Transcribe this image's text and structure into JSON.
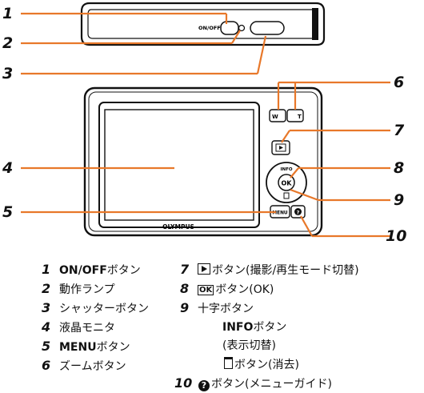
{
  "camera": {
    "onoff_label": "ON/OFF",
    "brand": "OLYMPUS",
    "btn_zoom_w": "W",
    "btn_zoom_t": "T",
    "btn_info": "INFO",
    "btn_ok": "OK",
    "btn_menu": "MENU"
  },
  "callouts": [
    "1",
    "2",
    "3",
    "4",
    "5",
    "6",
    "7",
    "8",
    "9",
    "10"
  ],
  "legend": {
    "item1": {
      "num": "1",
      "bold": "ON/OFF",
      "text": "ボタン"
    },
    "item2": {
      "num": "2",
      "text": "動作ランプ"
    },
    "item3": {
      "num": "3",
      "text": "シャッターボタン"
    },
    "item4": {
      "num": "4",
      "text": "液晶モニタ"
    },
    "item5": {
      "num": "5",
      "bold": "MENU",
      "text": "ボタン"
    },
    "item6": {
      "num": "6",
      "text": "ズームボタン"
    },
    "item7": {
      "num": "7",
      "text": "ボタン(撮影/再生モード切替)"
    },
    "item8": {
      "num": "8",
      "icon": "OK",
      "text": "ボタン(OK)"
    },
    "item9": {
      "num": "9",
      "text": "十字ボタン"
    },
    "item9a": {
      "bold": "INFO",
      "text": "ボタン"
    },
    "item9b": {
      "text": "(表示切替)"
    },
    "item9c": {
      "text": "ボタン(消去)"
    },
    "item10": {
      "num": "10",
      "text": "ボタン(メニューガイド)"
    }
  },
  "icons": [
    "play-icon",
    "ok-icon",
    "trash-icon",
    "help-icon"
  ],
  "colors": {
    "leader": "#e8782a",
    "ink": "#111111",
    "body": "#ffffff"
  }
}
